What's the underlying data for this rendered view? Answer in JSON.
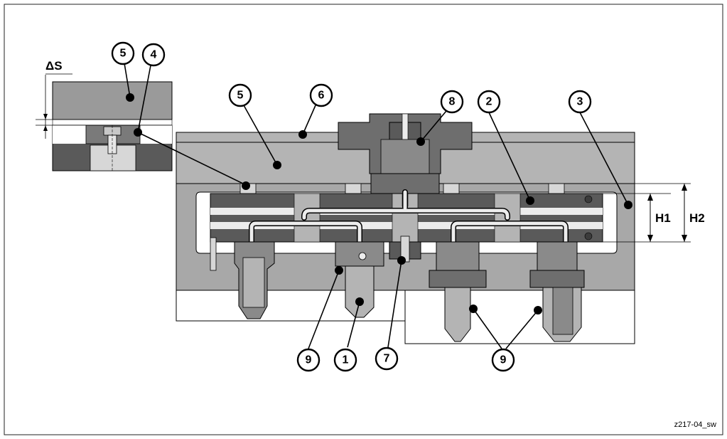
{
  "figure": {
    "code": "z217-04_sw",
    "delta_s_label": "ΔS",
    "h1_label": "H1",
    "h2_label": "H2"
  },
  "callouts": [
    {
      "id": "callout-5-inset",
      "label": "5"
    },
    {
      "id": "callout-4",
      "label": "4"
    },
    {
      "id": "callout-5",
      "label": "5"
    },
    {
      "id": "callout-6",
      "label": "6"
    },
    {
      "id": "callout-8",
      "label": "8"
    },
    {
      "id": "callout-2",
      "label": "2"
    },
    {
      "id": "callout-3",
      "label": "3"
    },
    {
      "id": "callout-9-left",
      "label": "9"
    },
    {
      "id": "callout-1",
      "label": "1"
    },
    {
      "id": "callout-7",
      "label": "7"
    },
    {
      "id": "callout-9-right",
      "label": "9"
    }
  ],
  "colors": {
    "light_plate": "#b4b4b4",
    "mid_plate": "#9a9a9a",
    "dark_block": "#5a5a5a",
    "light_inner": "#d7d7d7",
    "channel": "#ececec",
    "outline": "#000000"
  }
}
